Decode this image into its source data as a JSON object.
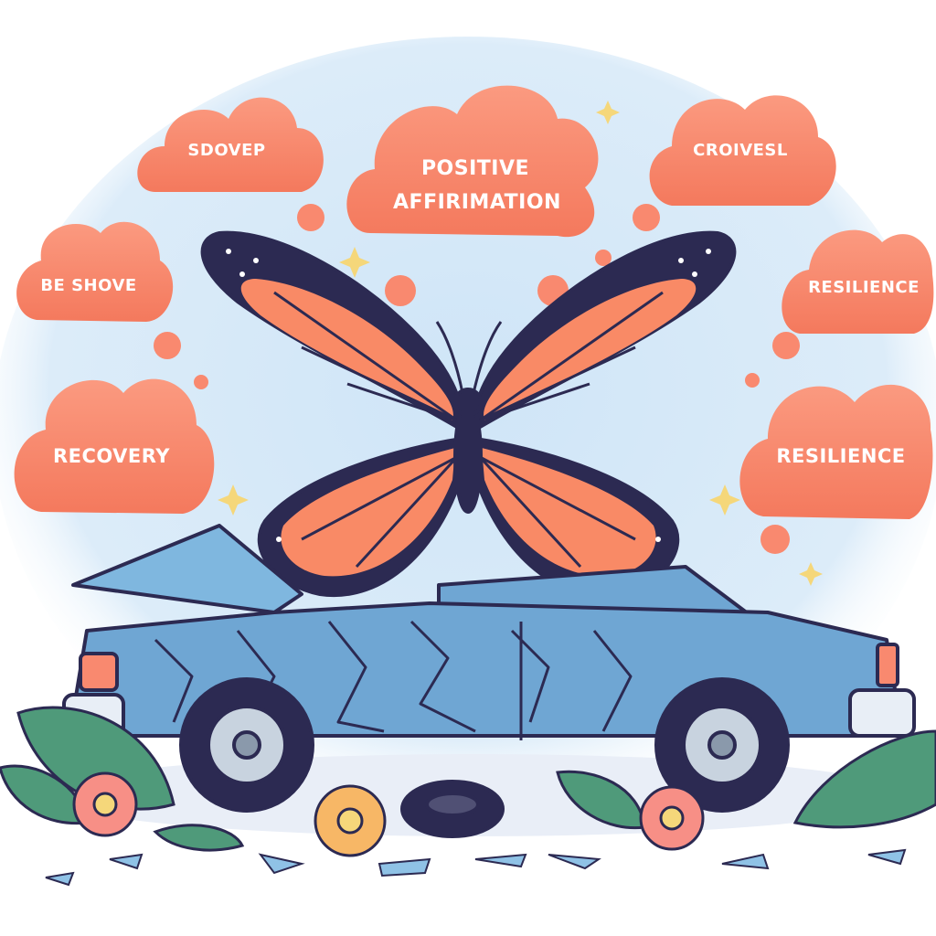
{
  "clouds": [
    {
      "id": "sdovep",
      "label": "SDOVEP"
    },
    {
      "id": "positive-line1",
      "label": "POSITIVE"
    },
    {
      "id": "positive-line2",
      "label": "AFFIRIMATION"
    },
    {
      "id": "croivesl",
      "label": "CROIVESL"
    },
    {
      "id": "be-shove",
      "label": "BE SHOVE"
    },
    {
      "id": "resilience-top",
      "label": "RESILIENCE"
    },
    {
      "id": "recovery",
      "label": "RECOVERY"
    },
    {
      "id": "resilience-bottom",
      "label": "RESILIENCE"
    }
  ],
  "colors": {
    "cloud": "#f9896f",
    "cloud_shade": "#f07a5f",
    "wing": "#f98a66",
    "wing_dark": "#2c2a52",
    "car": "#6fa6d3",
    "car_dark": "#2c2a52",
    "sky": "#d6e9f8",
    "leaf": "#4f9a7a",
    "flower": "#f78f86"
  }
}
